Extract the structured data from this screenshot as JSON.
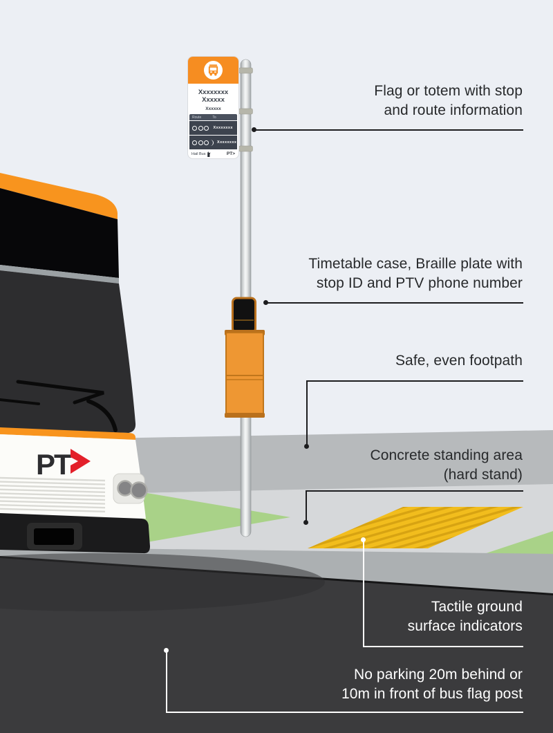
{
  "labels": {
    "flag": {
      "line1": "Flag or totem with stop",
      "line2": "and route information"
    },
    "timetable": {
      "line1": "Timetable case, Braille plate with",
      "line2": "stop ID and PTV phone number"
    },
    "footpath": {
      "line1": "Safe, even footpath"
    },
    "hard_stand": {
      "line1": "Concrete standing area",
      "line2": "(hard stand)"
    },
    "tactile": {
      "line1": "Tactile ground",
      "line2": "surface indicators"
    },
    "no_parking": {
      "line1": "No parking 20m behind or",
      "line2": "10m in front of bus flag post"
    }
  },
  "flag_sign": {
    "stop_name_line1": "Xxxxxxxx",
    "stop_name_line2": "Xxxxxx",
    "stop_name_sub": "Xxxxxx",
    "route_col": "Route",
    "to_col": "To",
    "rows": [
      {
        "bullets": 3,
        "continues": false,
        "dest": "Xxxxxxxx"
      },
      {
        "bullets": 3,
        "continues": true,
        "dest": "Xxxxxxxx"
      }
    ],
    "hail_text": "Hail Bus",
    "logo": "PT>"
  },
  "bus": {
    "logo_text": "PT"
  },
  "icons": {
    "flag_header": "bus-icon",
    "bus_logo_arrow": "ptv-arrow-icon",
    "hail": "hail-hand-icon"
  },
  "colors": {
    "background": "#ECEFF4",
    "accent_orange": "#F8941E",
    "ptv_red": "#E3202A",
    "tactile_yellow": "#F2BD1D",
    "grass_green": "#A9D288",
    "footpath_gray": "#B7BABC",
    "concrete_gray": "#D6D8DA",
    "road_gray": "#3B3B3D",
    "sign_row_navy": "#3D434E"
  }
}
